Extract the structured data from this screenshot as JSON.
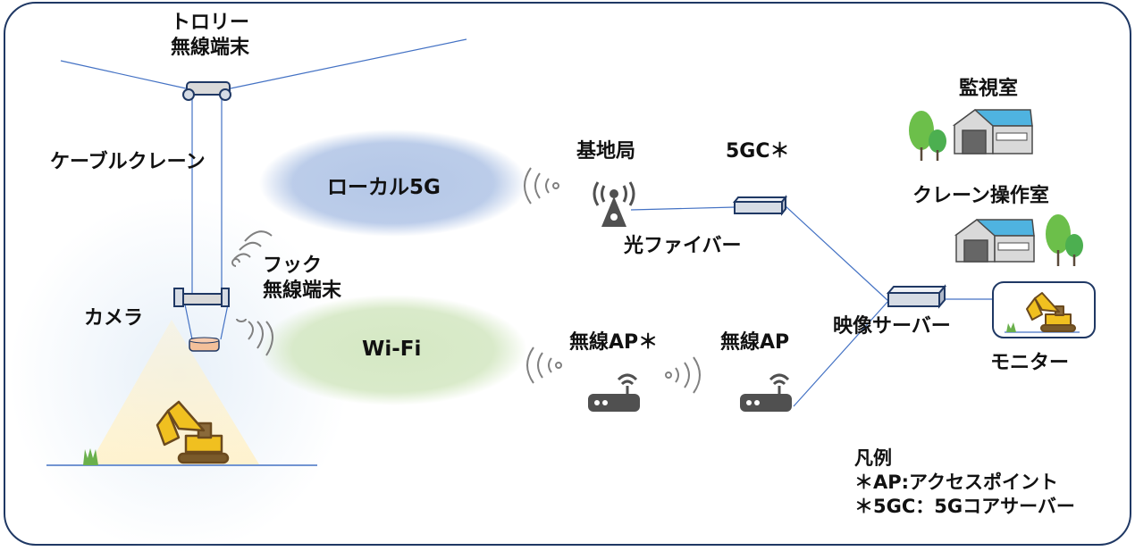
{
  "labels": {
    "trolley_line1": "トロリー",
    "trolley_line2": "無線端末",
    "cable_crane": "ケーブルクレーン",
    "hook_line1": "フック",
    "hook_line2": "無線端末",
    "camera": "カメラ",
    "local5g": "ローカル5G",
    "wifi": "Wi-Fi",
    "base_station": "基地局",
    "core_5g": "5GC＊",
    "optical_fiber": "光ファイバー",
    "wireless_ap_star": "無線AP＊",
    "wireless_ap": "無線AP",
    "video_server": "映像サーバー",
    "monitor": "モニター",
    "monitoring_room": "監視室",
    "crane_control_room": "クレーン操作室"
  },
  "legend": {
    "title": "凡例",
    "items": [
      "＊AP:アクセスポイント",
      "＊5GC：5Gコアサーバー"
    ]
  },
  "colors": {
    "frame": "#1f3864",
    "line": "#4472c4",
    "local5g_zone": "#b4c7e7",
    "wifi_zone": "#c5e0b4",
    "camera_cone": "#fff2cc",
    "device_fill": "#d6dce5",
    "icon_gray": "#505050",
    "roof": "#4fb3e0",
    "excavator": "#f0c020",
    "excavator_dark": "#7a5a2a",
    "grass": "#6ab04c",
    "tree": "#5cb85c"
  }
}
